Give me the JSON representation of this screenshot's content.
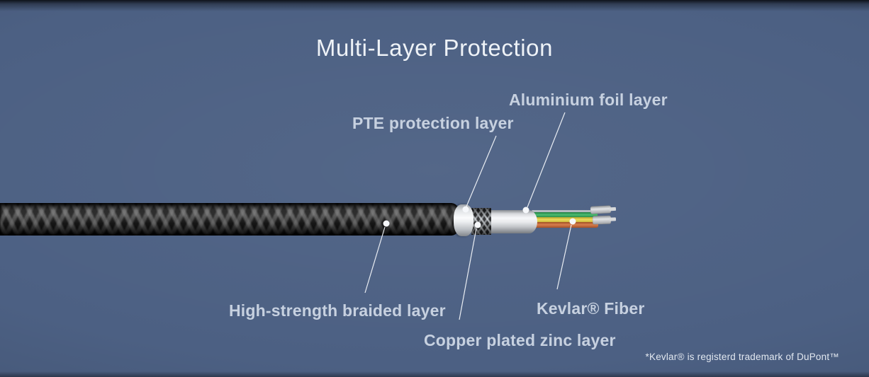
{
  "title": "Multi-Layer Protection",
  "callouts": {
    "aluminium_foil": "Aluminium foil layer",
    "pte_protection": "PTE protection layer",
    "high_strength_braided": "High-strength braided layer",
    "copper_plated_zinc": "Copper plated zinc layer",
    "kevlar_fiber": "Kevlar® Fiber"
  },
  "footnote": "*Kevlar® is registerd trademark of DuPont™",
  "diagram": {
    "type": "annotated-cable-illustration",
    "layers_outer_to_inner": [
      "High-strength braided layer",
      "PTE protection layer",
      "Copper plated zinc layer",
      "Aluminium foil layer",
      "Kevlar® Fiber"
    ],
    "fiber_colors_top_to_bottom": [
      "green",
      "yellow",
      "orange"
    ]
  },
  "colors": {
    "background": "#4c6083",
    "title_text": "#eef2f7",
    "label_text": "#c7d1e0",
    "leader_line": "#f2f5f9",
    "braid": "#0d0d0d",
    "pte_ring": "#ececee",
    "zinc_mesh": "#8e959c",
    "aluminium_foil": "#e9ebed",
    "wire_green": "#34a456",
    "wire_yellow": "#e6d54b",
    "wire_orange": "#c76b3c",
    "connector": "#b5b9bd"
  }
}
